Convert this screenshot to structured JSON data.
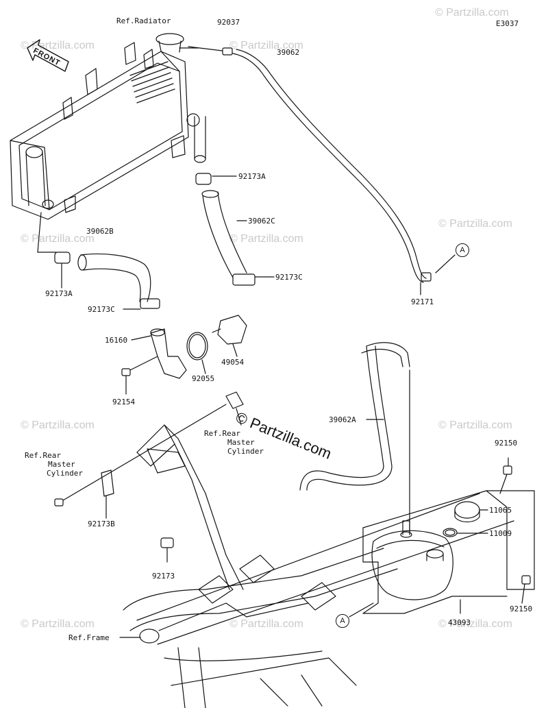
{
  "diagram_code": "E3037",
  "front_label": "FRONT",
  "center_watermark": "© Partzilla.com",
  "watermark_text": "© Partzilla.com",
  "callouts": {
    "a_top": "A",
    "a_bottom": "A"
  },
  "refs": {
    "radiator": "Ref.Radiator",
    "rear_master_right": [
      "Ref.Rear",
      "Master",
      "Cylinder"
    ],
    "rear_master_left": [
      "Ref.Rear",
      "Master",
      "Cylinder"
    ],
    "frame": "Ref.Frame"
  },
  "parts": {
    "p92037": "92037",
    "p39062": "39062",
    "p92173A_top": "92173A",
    "p39062C": "39062C",
    "p92173C_right": "92173C",
    "p39062B": "39062B",
    "p92173A_left": "92173A",
    "p92171": "92171",
    "p92173C_left": "92173C",
    "p16160": "16160",
    "p49054": "49054",
    "p92055": "92055",
    "p92154": "92154",
    "p39062A": "39062A",
    "p92150_top": "92150",
    "p11065": "11065",
    "p11009": "11009",
    "p92173B": "92173B",
    "p92173": "92173",
    "p92150_bottom": "92150",
    "p43093": "43093"
  }
}
